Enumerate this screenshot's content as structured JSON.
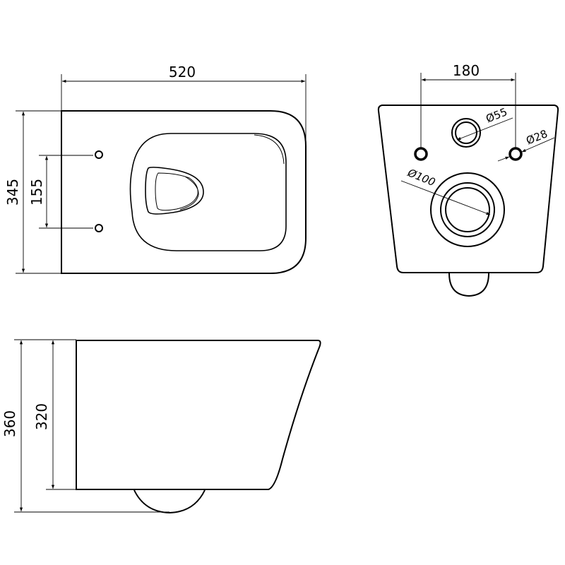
{
  "top_view": {
    "width_label": "520",
    "depth_label": "345",
    "seat_hole_spacing_label": "155"
  },
  "front_view": {
    "bolt_spacing_label": "180",
    "inlet_diameter_label": "Ø55",
    "bolt_hole_diameter_label": "Ø28",
    "outlet_diameter_label": "Ø100"
  },
  "side_view": {
    "total_height_label": "360",
    "body_height_label": "320"
  }
}
